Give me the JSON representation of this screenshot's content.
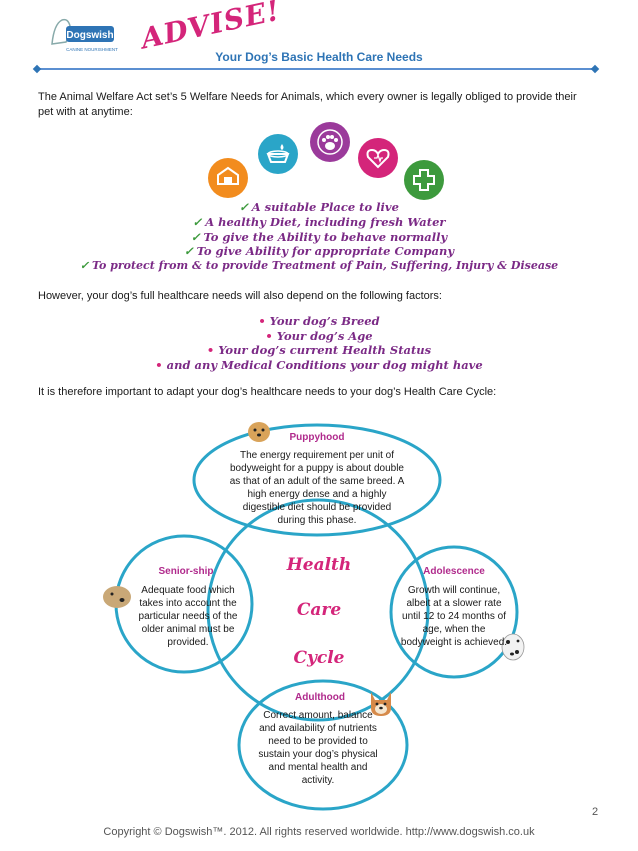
{
  "header": {
    "logo_text": "Dogswish",
    "logo_subtext": "CANINE NOURISHMENT",
    "advise": "ADVISE!",
    "title": "Your Dog’s Basic Health Care Needs"
  },
  "intro": "The Animal Welfare Act set’s 5 Welfare Needs for Animals, which every owner is legally obliged to provide their pet with at anytime:",
  "icons": [
    {
      "name": "kennel-icon",
      "color": "#f28c1e"
    },
    {
      "name": "food-bowl-icon",
      "color": "#2aa5c8"
    },
    {
      "name": "paw-icon",
      "color": "#9b3a9b"
    },
    {
      "name": "heart-icon",
      "color": "#d4257a"
    },
    {
      "name": "medical-cross-icon",
      "color": "#3d9a3d"
    }
  ],
  "needs": [
    "A suitable Place to live",
    "A healthy Diet, including fresh Water",
    "To give the Ability to behave normally",
    "To give Ability for appropriate Company",
    "To protect from & to provide Treatment of Pain, Suffering, Injury & Disease"
  ],
  "factors_intro": "However, your dog’s full healthcare needs will also depend on the following factors:",
  "factors": [
    "Your dog’s Breed",
    "Your dog’s Age",
    "Your dog’s current Health Status",
    "and any Medical Conditions your dog might have"
  ],
  "cycle_intro": "It is therefore important to adapt your dog’s healthcare needs to your dog’s Health Care Cycle:",
  "cycle": {
    "center": [
      "Health",
      "Care",
      "Cycle"
    ],
    "puppyhood": {
      "label": "Puppyhood",
      "text": "The energy requirement per unit of bodyweight for a puppy is about double as that of an adult of the same breed. A high energy dense and a highly digestible diet should be provided during this phase."
    },
    "adolescence": {
      "label": "Adolescence",
      "text": "Growth will continue, albeit at a slower rate until 12 to 24 months of age, when the bodyweight is achieved."
    },
    "adulthood": {
      "label": "Adulthood",
      "text": "Correct amount, balance and availability of nutrients need to be provided to sustain your dog’s physical and mental health and activity."
    },
    "seniorship": {
      "label": "Senior-ship",
      "text": "Adequate food which takes into account the particular needs of the older animal must be provided."
    }
  },
  "page_number": "2",
  "footer": "Copyright © Dogswish™. 2012. All rights reserved worldwide. http://www.dogswish.co.uk"
}
